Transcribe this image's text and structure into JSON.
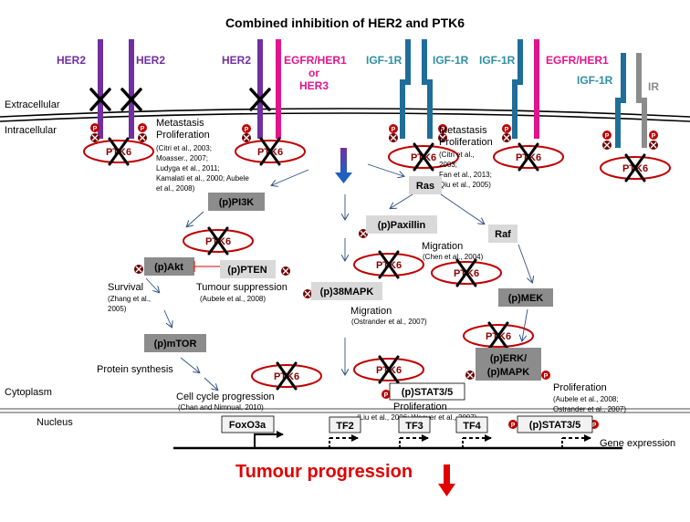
{
  "title": "Combined  inhibition of HER2 and PTK6",
  "regions": {
    "extracellular": "Extracellular",
    "intracellular": "Intracellular",
    "cytoplasm": "Cytoplasm",
    "nucleus": "Nucleus"
  },
  "receptors": {
    "her2_a": "HER2",
    "her2_b": "HER2",
    "her2_c": "HER2",
    "egfr_her1_a": "EGFR/HER1",
    "or": "or",
    "her3": "HER3",
    "igf1r_a": "IGF-1R",
    "igf1r_b": "IGF-1R",
    "igf1r_c": "IGF-1R",
    "egfr_her1_b": "EGFR/HER1",
    "igf1r_d": "IGF-1R",
    "ir": "IR"
  },
  "ptk6_label": "PTK6",
  "p_label": "P",
  "proteins": {
    "pi3k": "(p)PI3K",
    "akt": "(p)Akt",
    "pten": "(p)PTEN",
    "mtor": "(p)mTOR",
    "paxillin": "(p)Paxillin",
    "p38mapk": "(p)38MAPK",
    "ras": "Ras",
    "raf": "Raf",
    "mek": "(p)MEK",
    "erk_line1": "(p)ERK/",
    "erk_line2": "(p)MAPK",
    "stat35": "(p)STAT3/5"
  },
  "texts": {
    "metastasis_left": "Metastasis",
    "proliferation_left": "Proliferation",
    "refs_left": [
      "(Citri et al., 2003;",
      "Moasser., 2007;",
      "Ludyga et al., 2011;",
      "Kamalati et al., 2000; Aubele",
      "et al., 2008)"
    ],
    "metastasis_right": "Metastasis",
    "proliferation_right": "Proliferation",
    "refs_right": [
      "(Citri et al.,",
      "2003;",
      "Fan et al., 2013;",
      "Qiu et al., 2005)"
    ],
    "migration_pax": "Migration",
    "migration_pax_ref": "(Chen et al., 2004)",
    "survival": "Survival",
    "survival_ref": [
      "(Zhang et al.,",
      "2005)"
    ],
    "tumour_suppression": "Tumour suppression",
    "tumour_suppression_ref": "(Aubele et al., 2008)",
    "migration_38": "Migration",
    "migration_38_ref": "(Ostrander et al., 2007)",
    "protein_synthesis": "Protein synthesis",
    "cell_cycle": "Cell cycle progression",
    "cell_cycle_ref": "(Chan and Nimnual, 2010)",
    "proliferation_stat": "Proliferation",
    "proliferation_stat_ref": "(Liu et al., 2006; Weaver et al., 2007)",
    "proliferation_erk": "Proliferation",
    "proliferation_erk_ref": [
      "(Aubele et al., 2008;",
      "Ostrander et al., 2007)"
    ]
  },
  "nucleus": {
    "foxo3a": "FoxO3a",
    "tf2": "TF2",
    "tf3": "TF3",
    "tf4": "TF4",
    "stat35": "(p)STAT3/5",
    "gene_expression": "Gene expression"
  },
  "tumour_progression": "Tumour progression",
  "colors": {
    "her2": "#7030a0",
    "egfr": "#e0158c",
    "igf1r": "#1f6e9a",
    "igf1r_label": "#2e8fa3",
    "ir": "#8c8c8c",
    "ptk6_ring": "#c00000",
    "tumour": "#e00000",
    "grey_box": "#8c8c8c",
    "light_box": "#d9d9d9"
  }
}
